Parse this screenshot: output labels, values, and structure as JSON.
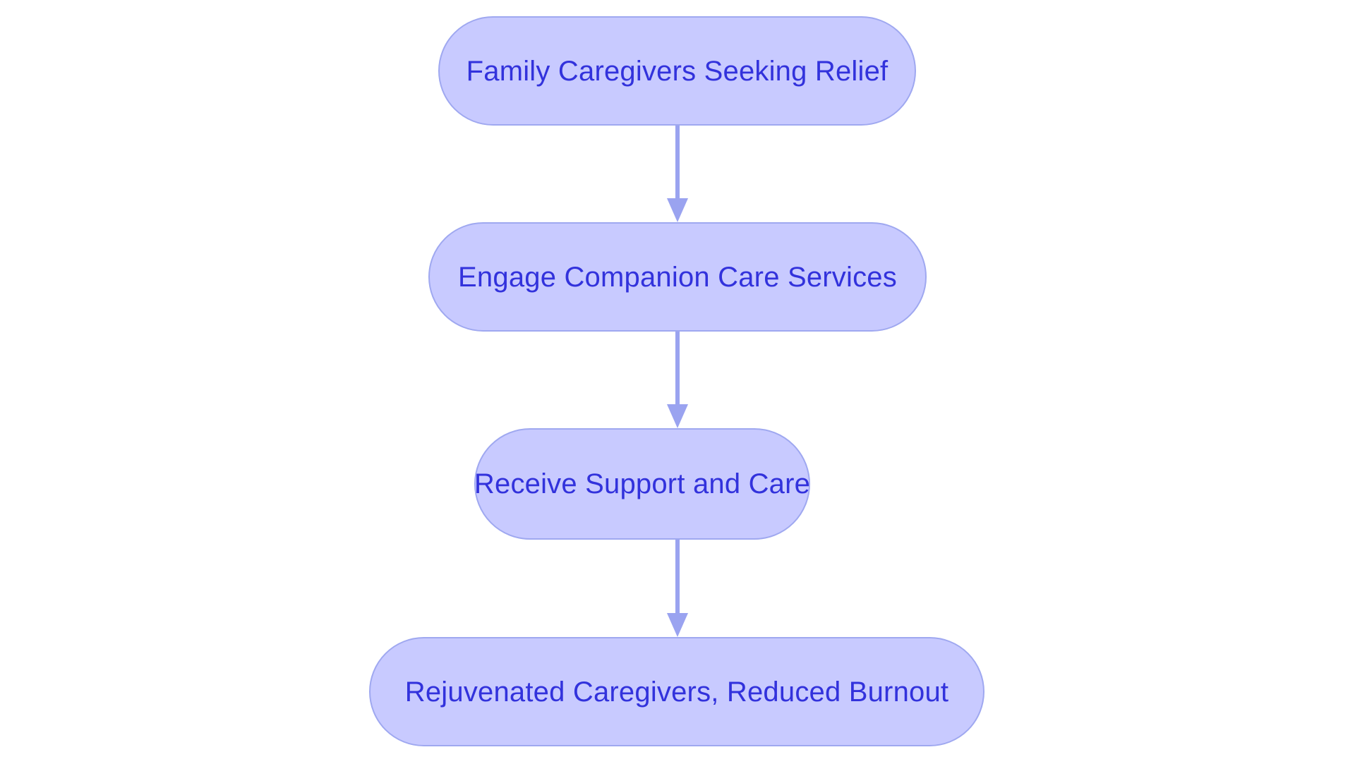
{
  "chart_data": {
    "type": "diagram",
    "diagram_type": "flowchart",
    "title": "",
    "orientation": "top-to-bottom",
    "background_color": "#ffffff",
    "node_fill_color": "#c8caff",
    "node_border_color": "#9fa8f0",
    "node_text_color": "#3232dc",
    "edge_color": "#9aa3f0",
    "node_shape": "rounded-pill",
    "nodes": [
      {
        "id": "n1",
        "label": "Family Caregivers Seeking Relief"
      },
      {
        "id": "n2",
        "label": "Engage Companion Care Services"
      },
      {
        "id": "n3",
        "label": "Receive Support and Care"
      },
      {
        "id": "n4",
        "label": "Rejuvenated Caregivers, Reduced Burnout"
      }
    ],
    "edges": [
      {
        "from": "n1",
        "to": "n2",
        "label": "",
        "arrow": "down"
      },
      {
        "from": "n2",
        "to": "n3",
        "label": "",
        "arrow": "down"
      },
      {
        "from": "n3",
        "to": "n4",
        "label": "",
        "arrow": "down"
      }
    ]
  },
  "flowchart": {
    "nodes": [
      {
        "label": "Family Caregivers Seeking Relief"
      },
      {
        "label": "Engage Companion Care Services"
      },
      {
        "label": "Receive Support and Care"
      },
      {
        "label": "Rejuvenated Caregivers, Reduced Burnout"
      }
    ]
  }
}
